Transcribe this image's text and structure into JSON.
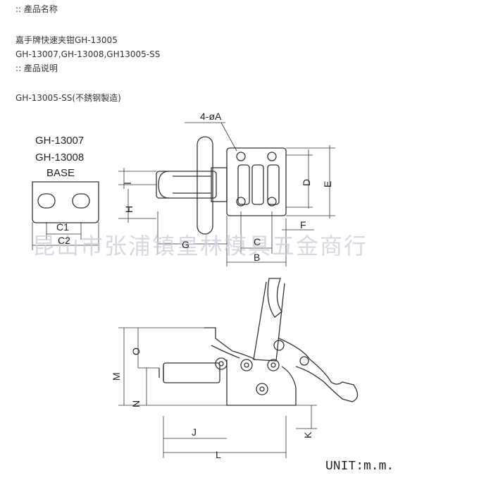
{
  "header": {
    "name_heading": ":: 產品名称",
    "product_line1": "嘉手牌快速夹钳GH-13005",
    "product_line2": "GH-13007,GH-13008,GH13005-SS",
    "desc_heading": ":: 產品说明",
    "desc_text": "GH-13005-SS(不銹钢製造)"
  },
  "drawing": {
    "models": [
      "GH-13007",
      "GH-13008"
    ],
    "base_label": "BASE",
    "hole_label": "4-øA",
    "dims": {
      "B": "B",
      "C": "C",
      "C1": "C1",
      "C2": "C2",
      "D": "D",
      "E": "E",
      "F": "F",
      "G": "G",
      "H": "H",
      "I": "I",
      "J": "J",
      "K": "K",
      "L": "L",
      "M": "M",
      "N": "N",
      "O": "O"
    },
    "watermark": "昆山市张浦镇皇林模具五金商行",
    "unit": "UNIT:m.m."
  }
}
